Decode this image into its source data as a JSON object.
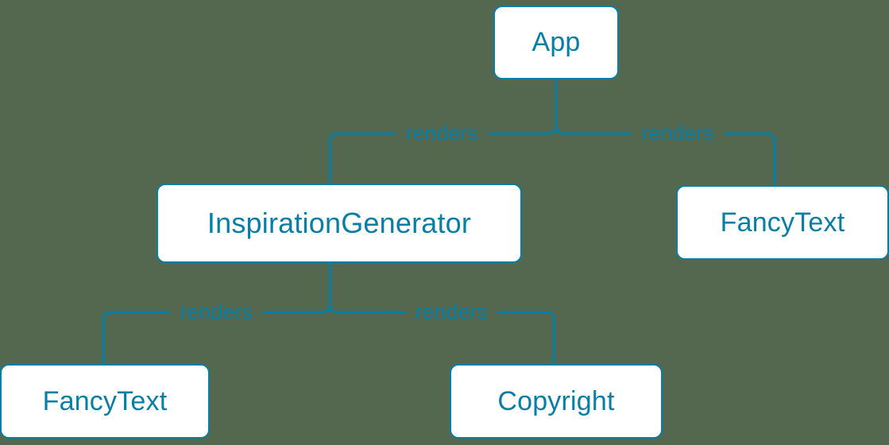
{
  "colors": {
    "background": "#54674f",
    "node_fill": "#ffffff",
    "accent": "#087ea4"
  },
  "diagram": {
    "type": "component-render-tree",
    "nodes": [
      {
        "id": "app",
        "label": "App"
      },
      {
        "id": "inspiration-generator",
        "label": "InspirationGenerator"
      },
      {
        "id": "fancy-text-top",
        "label": "FancyText"
      },
      {
        "id": "fancy-text-bottom",
        "label": "FancyText"
      },
      {
        "id": "copyright",
        "label": "Copyright"
      }
    ],
    "edges": [
      {
        "from": "App",
        "to": "InspirationGenerator",
        "label": "renders"
      },
      {
        "from": "App",
        "to": "FancyText",
        "label": "renders"
      },
      {
        "from": "InspirationGenerator",
        "to": "FancyText",
        "label": "renders"
      },
      {
        "from": "InspirationGenerator",
        "to": "Copyright",
        "label": "renders"
      }
    ]
  }
}
